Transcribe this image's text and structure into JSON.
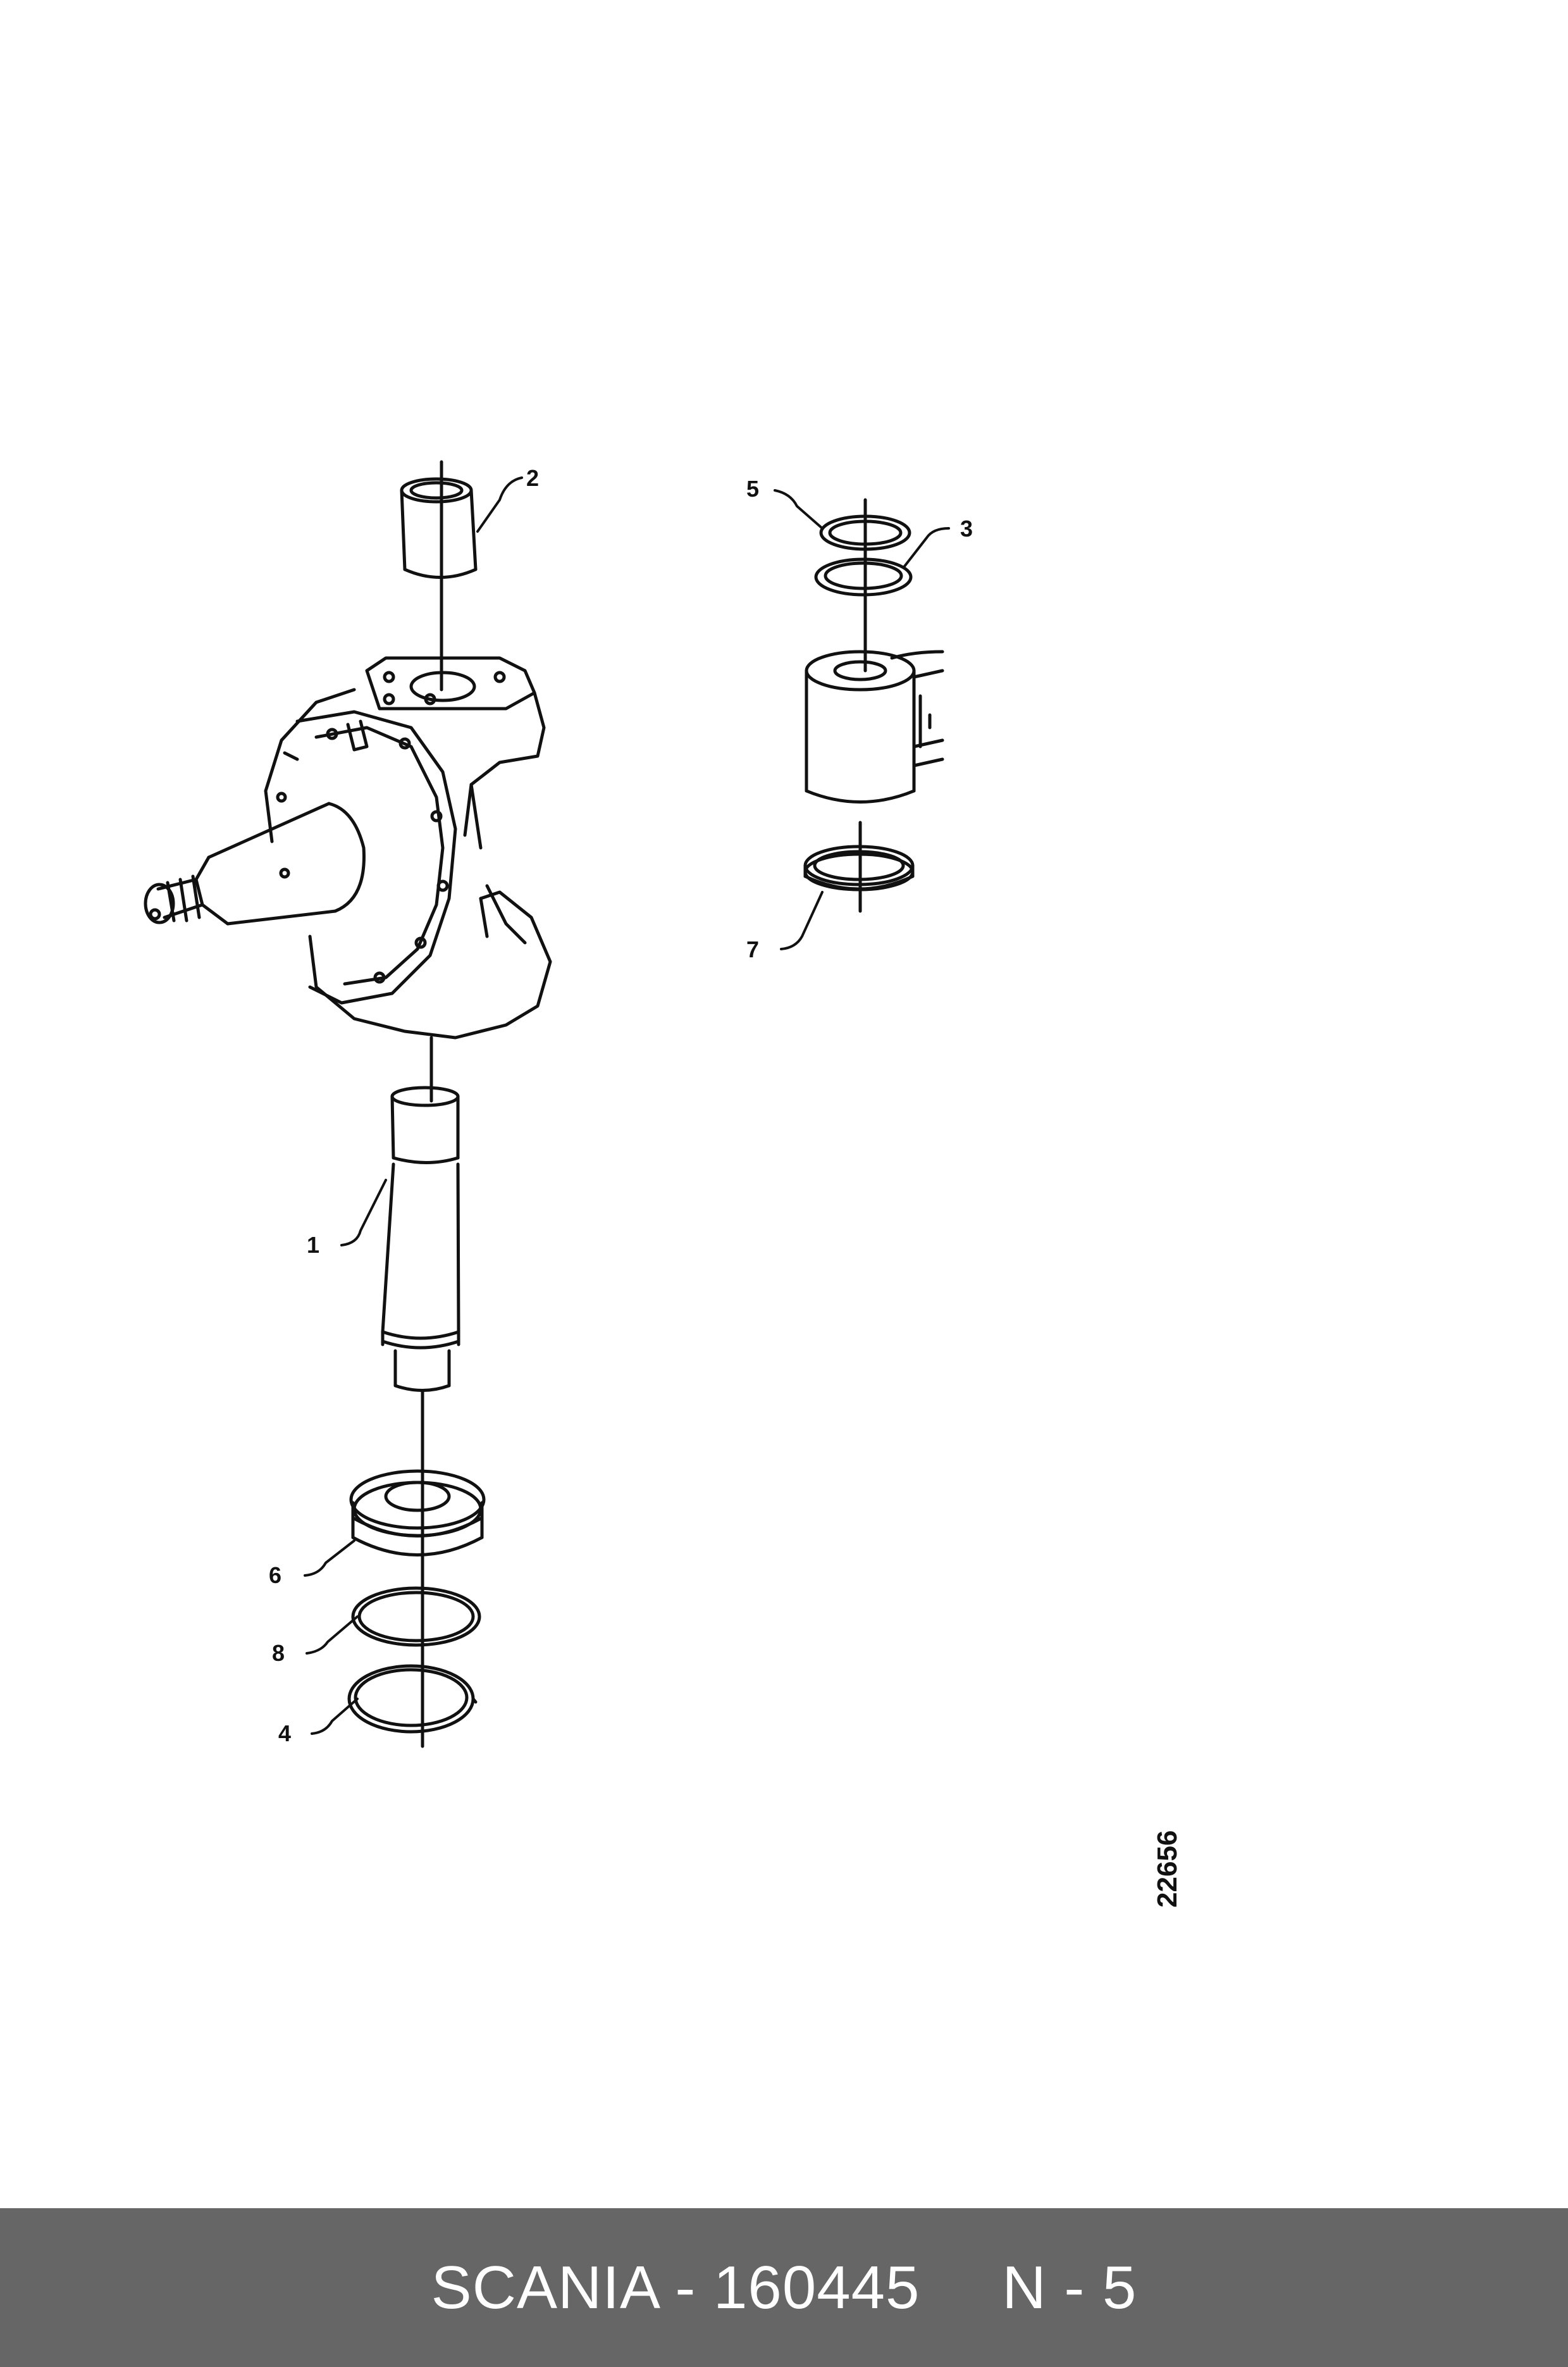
{
  "diagram": {
    "callouts": {
      "c1": "1",
      "c2": "2",
      "c3": "3",
      "c4": "4",
      "c5": "5",
      "c6": "6",
      "c7": "7",
      "c8": "8"
    },
    "drawing_number": "22656"
  },
  "footer": {
    "brand_part": "SCANIA - 160445",
    "index": "N - 5",
    "background": "#666666",
    "text_color": "#ffffff"
  }
}
